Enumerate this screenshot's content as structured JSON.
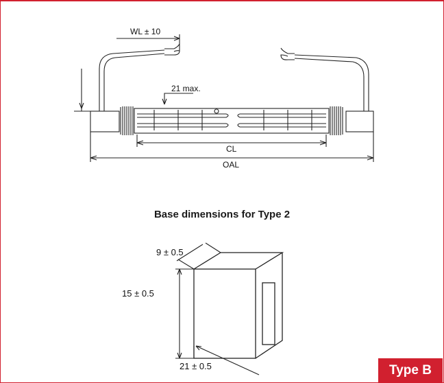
{
  "diagram": {
    "labels": {
      "wire_length": "WL ± 10",
      "max_diameter": "21 max.",
      "coil_length": "CL",
      "overall_length": "OAL"
    },
    "base": {
      "heading": "Base dimensions for Type 2",
      "width_label": "9 ± 0.5",
      "height_label": "15 ± 0.5",
      "length_label": "21 ± 0.5"
    }
  },
  "badge": {
    "label": "Type B"
  },
  "colors": {
    "accent": "#d1202f"
  }
}
